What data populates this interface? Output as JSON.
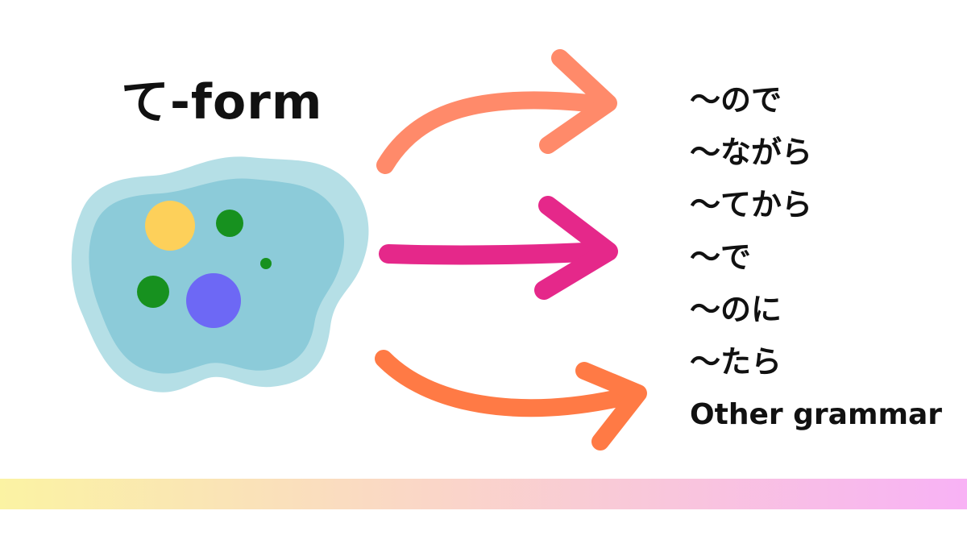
{
  "title": "て-form",
  "items": [
    "〜ので",
    "〜ながら",
    "〜てから",
    "〜で",
    "〜のに",
    "〜たら",
    "Other grammar"
  ],
  "colors": {
    "blob_outer": "#b5dfe6",
    "blob_inner": "#8ccbd9",
    "dot_yellow": "#fdd05a",
    "dot_green": "#17911f",
    "dot_purple": "#6d68f5",
    "arrow_top": "#ff8a6a",
    "arrow_middle": "#e5288a",
    "arrow_bottom": "#ff7a45",
    "bar_start": "#fbf3a3",
    "bar_end": "#f8b2f5"
  }
}
